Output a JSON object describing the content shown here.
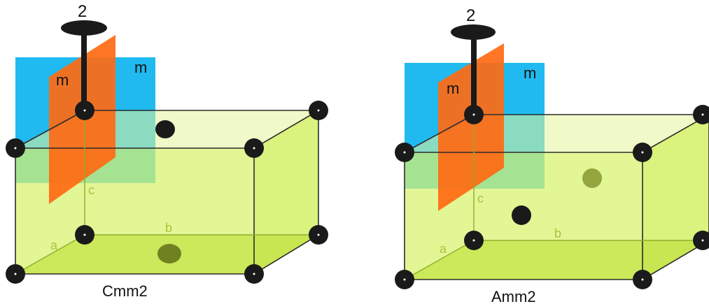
{
  "diagrams": [
    {
      "name": "Cmm2",
      "axis_label": "2",
      "mirror_labels": [
        "m",
        "m"
      ],
      "edge_labels": {
        "a": "a",
        "b": "b",
        "c": "c"
      }
    },
    {
      "name": "Amm2",
      "axis_label": "2",
      "mirror_labels": [
        "m",
        "m"
      ],
      "edge_labels": {
        "a": "a",
        "b": "b",
        "c": "c"
      }
    }
  ],
  "colors": {
    "cell_fill": "#d9f27a",
    "cell_top": "#e7f7a6",
    "cell_bottom": "#c3e23a",
    "blue_plane": "#14b6ef",
    "orange_plane": "#ff6a14",
    "atom": "#1a1a1a",
    "edge": "#2b2b2b"
  }
}
